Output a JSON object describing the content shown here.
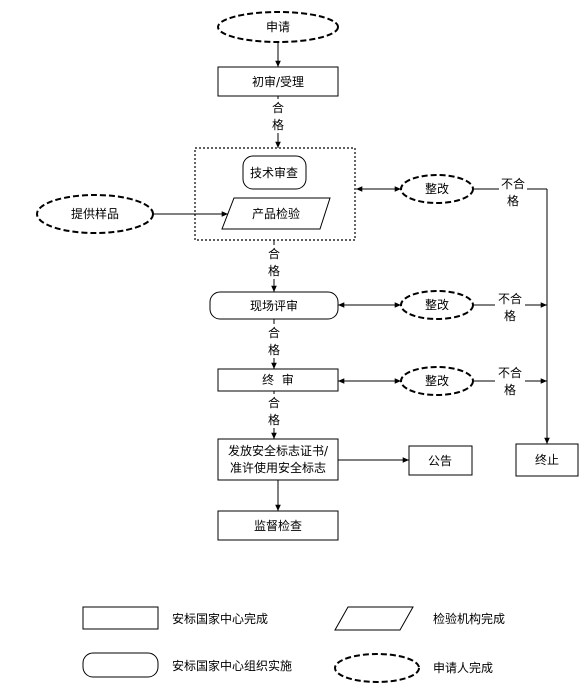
{
  "nodes": {
    "apply": "申请",
    "initial_review": "初审/受理",
    "tech_review": "技术审查",
    "product_test": "产品检验",
    "provide_samples": "提供样品",
    "fix1": "整改",
    "site_review": "现场评审",
    "fix2": "整改",
    "final_review": "终  审",
    "fix3": "整改",
    "issue_cert_line1": "发放安全标志证书/",
    "issue_cert_line2": "准许使用安全标志",
    "announce": "公告",
    "terminate": "终止",
    "supervision": "监督检查"
  },
  "edge_labels": {
    "pass": [
      "合",
      "格"
    ],
    "fail": [
      "不合",
      "格"
    ]
  },
  "legend": {
    "center_completes": "安标国家中心完成",
    "lab_completes": "检验机构完成",
    "center_organizes": "安标国家中心组织实施",
    "applicant_completes": "申请人完成"
  }
}
